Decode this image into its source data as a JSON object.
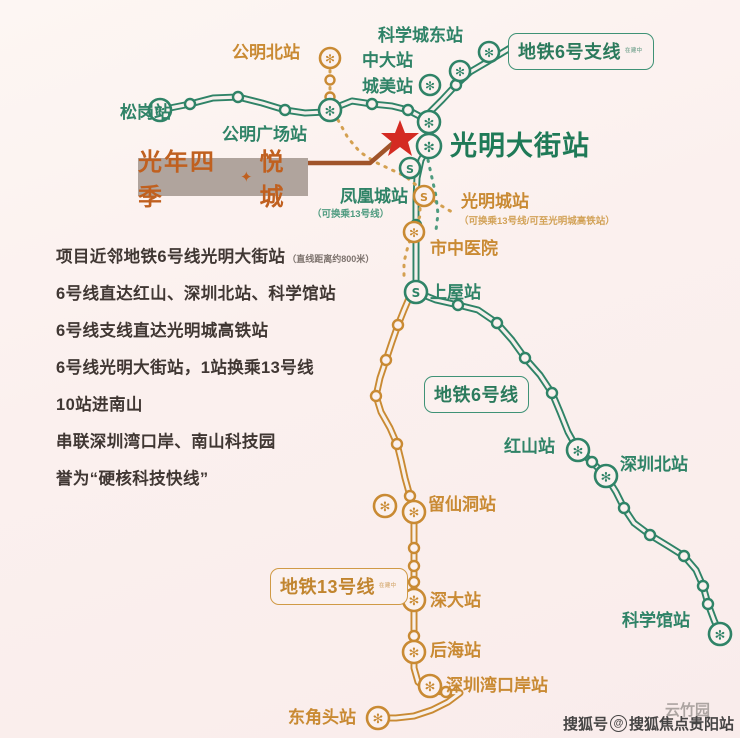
{
  "theme": {
    "background": "#fbf1ef",
    "line6_color": "#2f8367",
    "line13_color": "#c98a33",
    "project_marker_color": "#d42a22",
    "project_plate_bg": "#b0a49d",
    "project_text_color": "#c0601f"
  },
  "route_labels": [
    {
      "id": "line6-branch",
      "text": "地铁6号支线",
      "tiny": "在建中",
      "color": "green"
    },
    {
      "id": "line6",
      "text": "地铁6号线",
      "tiny": "",
      "color": "green"
    },
    {
      "id": "line13",
      "text": "地铁13号线",
      "tiny": "在建中",
      "color": "orange"
    }
  ],
  "project": {
    "name_left": "光年四季",
    "separator": "✦",
    "name_right": "悦城",
    "marker": "star"
  },
  "stations": {
    "line6_branch": [
      {
        "name": "科学城东站",
        "color": "green"
      },
      {
        "name": "中大站",
        "color": "green"
      },
      {
        "name": "城美站",
        "color": "green"
      }
    ],
    "line6_north": [
      {
        "name": "松岗站",
        "color": "green"
      },
      {
        "name": "公明广场站",
        "color": "green"
      },
      {
        "name": "光明大街站",
        "color": "green",
        "emphasis": true
      }
    ],
    "line13_north": [
      {
        "name": "公明北站",
        "color": "orange"
      },
      {
        "name": "凤凰城站",
        "color": "green",
        "sub": "（可换乘13号线）"
      },
      {
        "name": "光明城站",
        "color": "orange",
        "sub": "（可换乘13号线/可至光明城高铁站）"
      },
      {
        "name": "市中医院",
        "color": "orange"
      }
    ],
    "line6_south": [
      {
        "name": "上屋站",
        "color": "green"
      },
      {
        "name": "红山站",
        "color": "green"
      },
      {
        "name": "深圳北站",
        "color": "green"
      },
      {
        "name": "科学馆站",
        "color": "green"
      }
    ],
    "line13_south": [
      {
        "name": "留仙洞站",
        "color": "orange"
      },
      {
        "name": "深大站",
        "color": "orange"
      },
      {
        "name": "后海站",
        "color": "orange"
      },
      {
        "name": "深圳湾口岸站",
        "color": "orange"
      },
      {
        "name": "东角头站",
        "color": "orange"
      }
    ]
  },
  "copy_lines": [
    {
      "text": "项目近邻地铁6号线光明大街站",
      "note": "（直线距离约800米）"
    },
    {
      "text": "6号线直达红山、深圳北站、科学馆站",
      "note": ""
    },
    {
      "text": "6号线支线直达光明城高铁站",
      "note": ""
    },
    {
      "text": "6号线光明大街站，1站换乘13号线",
      "note": ""
    },
    {
      "text": "10站进南山",
      "note": ""
    },
    {
      "text": "串联深圳湾口岸、南山科技园",
      "note": ""
    },
    {
      "text": "誉为“硬核科技快线”",
      "note": ""
    }
  ],
  "watermark": {
    "prefix": "搜狐号",
    "at": "@",
    "suffix": "搜狐焦点贵阳站",
    "behind": "云竹园"
  }
}
